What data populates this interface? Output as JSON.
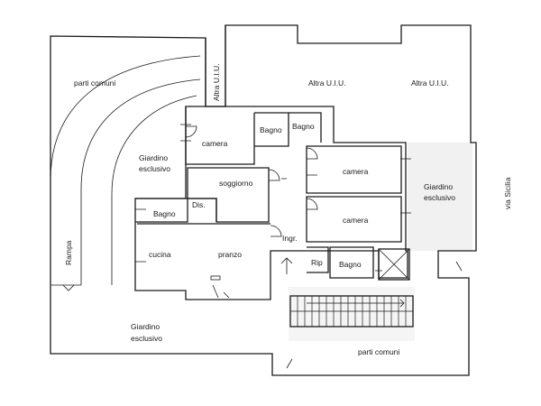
{
  "labels": {
    "parti_comuni_top": "parti comuni",
    "altra_uiu_vertical": "Altra U.I.U.",
    "altra_uiu_center": "Altra U.I.U.",
    "altra_uiu_right": "Altra U.I.U.",
    "giardino_left_1": "Giardino",
    "giardino_left_2": "esclusivo",
    "camera_top_left": "camera",
    "bagno_top_1": "Bagno",
    "bagno_top_2": "Bagno",
    "soggiorno": "soggiorno",
    "camera_right_top": "camera",
    "giardino_right_1": "Giardino",
    "giardino_right_2": "esclusivo",
    "bagno_left": "Bagno",
    "dis": "Dis.",
    "camera_right_bottom": "camera",
    "via_sicilia": "via Sicilia",
    "rampa": "Rampa",
    "ingr": "Ingr.",
    "cucina": "cucina",
    "pranzo": "pranzo",
    "rip": "Rip",
    "bagno_bottom": "Bagno",
    "giardino_bottom_1": "Giardino",
    "giardino_bottom_2": "esclusivo",
    "parti_comuni_bottom": "parti comuni"
  }
}
